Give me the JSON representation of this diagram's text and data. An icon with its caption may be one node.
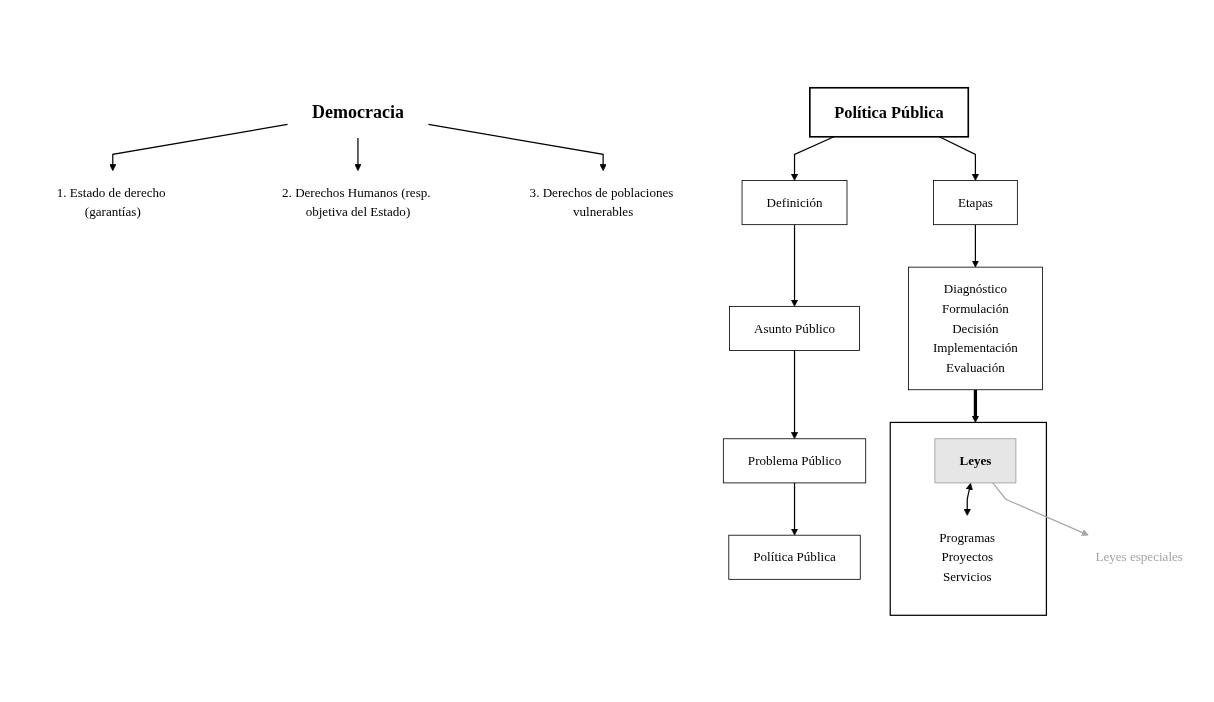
{
  "diagram": {
    "nodes": [
      {
        "text": [
          "Democracia"
        ]
      },
      {
        "text": [
          "1. Estado de derecho (garantías)"
        ]
      },
      {
        "text": [
          "2. Derechos Humanos (resp. objetiva del Estado)"
        ]
      },
      {
        "text": [
          "3. Derechos de poblaciones vulnerables"
        ]
      },
      {
        "text": [
          "Política Pública"
        ]
      },
      {
        "text": [
          "Definición"
        ]
      },
      {
        "text": [
          "Etapas"
        ]
      },
      {
        "text": [
          "Asunto Público"
        ]
      },
      {
        "text": [
          "Problema Público"
        ]
      },
      {
        "text": [
          "Política Pública"
        ]
      },
      {
        "text": [
          "Diagnóstico",
          "Formulación",
          "Decisión",
          "Implementación",
          "Evaluación"
        ]
      },
      {
        "text": [],
        "shape": "box"
      },
      {
        "text": [
          "Leyes"
        ],
        "in": 11
      },
      {
        "text": [
          "Programas",
          "Proyectos",
          "Servicios"
        ],
        "in": 11
      },
      {
        "text": [
          "Leyes especiales"
        ]
      }
    ],
    "edges": [
      {
        "from": 0,
        "to": 1,
        "arrow": "to"
      },
      {
        "from": 0,
        "to": 2,
        "arrow": "to"
      },
      {
        "from": 0,
        "to": 3,
        "arrow": "to"
      },
      {
        "from": 4,
        "to": 5,
        "arrow": "to"
      },
      {
        "from": 4,
        "to": 6,
        "arrow": "to"
      },
      {
        "from": 5,
        "to": 7,
        "arrow": "to"
      },
      {
        "from": 7,
        "to": 8,
        "arrow": "to"
      },
      {
        "from": 8,
        "to": 9,
        "arrow": "to"
      },
      {
        "from": 6,
        "to": 10,
        "arrow": "to"
      },
      {
        "from": 10,
        "to": 11,
        "arrow": "to",
        "style": "thick"
      },
      {
        "from": 12,
        "to": 13,
        "arrow": "both"
      },
      {
        "from": 12,
        "to": 14,
        "arrow": "to",
        "color": "#a6a6a6"
      }
    ]
  }
}
